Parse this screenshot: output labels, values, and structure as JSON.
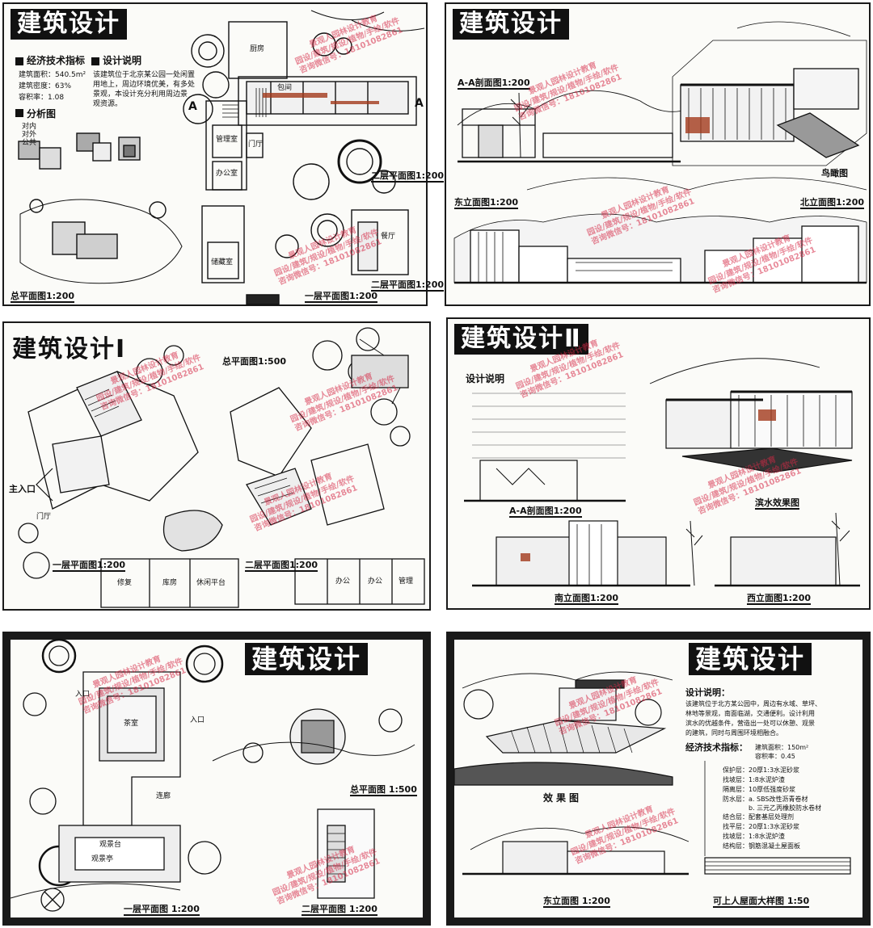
{
  "colors": {
    "ink": "#111111",
    "paper": "#fbfbf8",
    "grey": "#9c9c9c",
    "accent": "#a33a1c",
    "watermark": "#d62846"
  },
  "watermark": {
    "line1": "景观人园林设计教育",
    "line2": "园设/建筑/规设/植物/手绘/软件",
    "line3": "咨询微信号：18101082861"
  },
  "sheet1": {
    "title": "建筑设计",
    "tech_heading": "经济技术指标",
    "design_heading": "设计说明",
    "area": "建筑面积：540.5m²",
    "density": "建筑密度：63%",
    "far": "容积率：1.08",
    "desc1": "该建筑位于北京某公园一处闲置",
    "desc2": "用地上，周边环境优美，有多处",
    "desc3": "景观，本设计充分利用周边景",
    "desc4": "观资源。",
    "analysis": "分析图",
    "legend1": "对内",
    "legend2": "对外",
    "legend3": "公共",
    "site_plan": "总平面图1:200",
    "plan1": "一层平面图1:200",
    "plan2": "二层平面图1:200",
    "plan_b": "二层平面图1:200",
    "r_kitchen": "厨房",
    "r_box": "包间",
    "r_mgmt": "管理室",
    "r_office": "办公室",
    "r_dining": "餐厅",
    "r_store": "储藏室",
    "r_hall": "门厅",
    "sec_a": "A",
    "sec_a2": "A"
  },
  "sheet2": {
    "title": "建筑设计",
    "section": "A-A剖面图1:200",
    "aerial": "鸟瞰图",
    "east": "东立面图1:200",
    "north": "北立面图1:200"
  },
  "sheet3": {
    "title": "建筑设计Ⅰ",
    "site": "总平面图1:500",
    "plan1": "一层平面图1:200",
    "plan2": "二层平面图1:200",
    "entry": "主入口",
    "r_repair": "修复",
    "r_store": "库房",
    "r_office1": "办公",
    "r_office2": "办公",
    "r_mgmt": "管理",
    "r_hall": "门厅",
    "r_platform": "休闲平台"
  },
  "sheet4": {
    "title": "建筑设计Ⅱ",
    "design_heading": "设计说明",
    "section": "A-A剖面图1:200",
    "waterside": "滨水效果图",
    "south": "南立面图1:200",
    "west": "西立面图1:200"
  },
  "sheet5": {
    "title": "建筑设计",
    "plan1": "一层平面图 1:200",
    "plan2": "二层平面图 1:200",
    "site": "总平面图 1:500",
    "entry1": "入口",
    "entry2": "入口",
    "r_teahouse": "茶室",
    "r_corridor": "连廊",
    "r_platform": "观景台",
    "r_lounge": "观景亭"
  },
  "sheet6": {
    "title": "建筑设计",
    "design_heading": "设计说明：",
    "d1": "该建筑位于北方某公园中，周边有水域、草坪、",
    "d2": "林地等景观，南面临湖，交通便利。设计利用",
    "d3": "滨水的优越条件，营造出一处可以休憩、观景",
    "d4": "的建筑，同时与周围环境相融合。",
    "tech_heading": "经济技术指标：",
    "area": "建筑面积：150m²",
    "far": "容积率：0.45",
    "render": "效果图",
    "s1": "保护层：20厚1:3水泥砂浆",
    "s2": "找坡层：1:8水泥炉渣",
    "s3": "隔离层：10厚低强度砂浆",
    "s4": "防水层：a. SBS改性沥青卷材",
    "s5": "b. 三元乙丙橡胶防水卷材",
    "s6": "结合层：配套基层处理剂",
    "s7": "找平层：20厚1:3水泥砂浆",
    "s8": "找坡层：1:8水泥炉渣",
    "s9": "结构层：钢筋混凝土屋面板",
    "east": "东立面图 1:200",
    "detail": "可上人屋面大样图 1:50"
  }
}
